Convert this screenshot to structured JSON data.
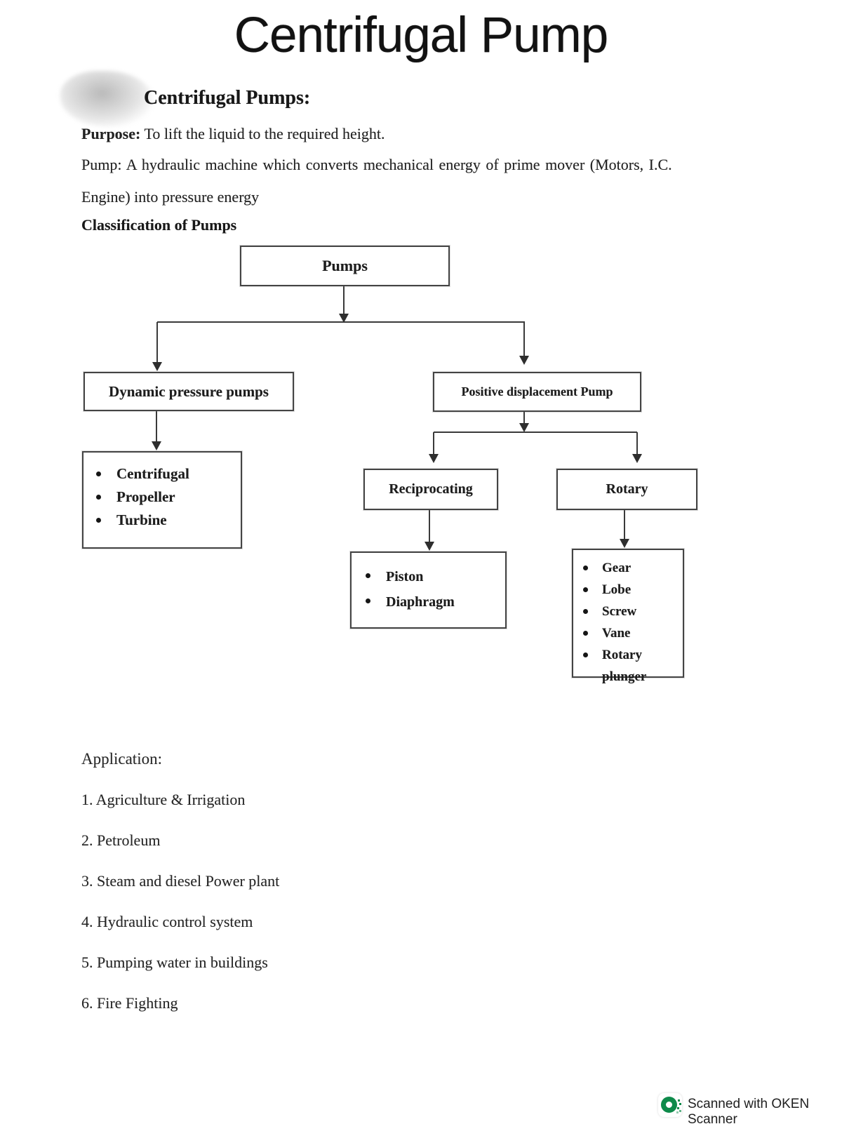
{
  "page": {
    "title": "Centrifugal Pump",
    "section_heading": "Centrifugal Pumps:",
    "purpose_label": "Purpose:",
    "purpose_text": "To lift the liquid to the required height.",
    "pump_definition_line1": "Pump: A hydraulic machine which converts mechanical energy of prime mover (Motors, I.C.",
    "pump_definition_line2": "Engine) into pressure energy",
    "classification_heading": "Classification of Pumps"
  },
  "flowchart": {
    "root_label": "Pumps",
    "left_branch_label": "Dynamic pressure pumps",
    "right_branch_label": "Positive displacement Pump",
    "dynamic_types": [
      "Centrifugal",
      "Propeller",
      "Turbine"
    ],
    "reciprocating_label": "Reciprocating",
    "rotary_label": "Rotary",
    "reciprocating_types": [
      "Piston",
      "Diaphragm"
    ],
    "rotary_types": [
      "Gear",
      "Lobe",
      "Screw",
      "Vane",
      "Rotary plunger"
    ]
  },
  "application": {
    "heading": "Application:",
    "items": [
      "1. Agriculture & Irrigation",
      "2. Petroleum",
      "3. Steam and diesel Power plant",
      "4. Hydraulic control system",
      "5. Pumping water in buildings",
      "6. Fire Fighting"
    ]
  },
  "footer": {
    "scanner_text": "Scanned with OKEN Scanner",
    "logo_color": "#0e8a4a"
  }
}
